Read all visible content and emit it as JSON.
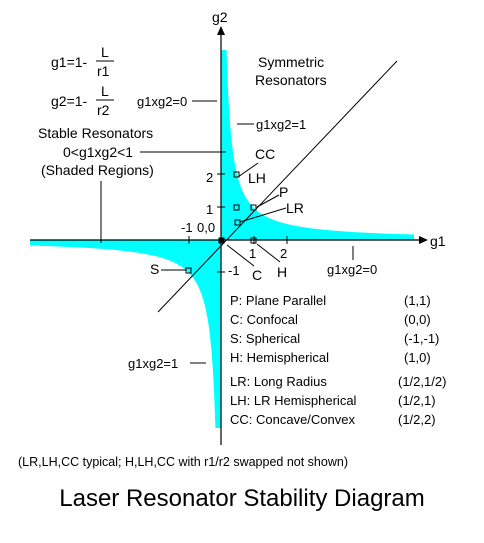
{
  "colors": {
    "stable_fill": "#00ffff",
    "line": "#000000",
    "background": "#ffffff"
  },
  "formulas": {
    "g1_prefix": "g1=1-",
    "g2_prefix": "g2=1-",
    "numerator": "L",
    "den1": "r1",
    "den2": "r2"
  },
  "axes": {
    "x_label": "g1",
    "y_label": "g2",
    "ticks": {
      "x_neg1": "-1",
      "x_1": "1",
      "x_2": "2",
      "y_1": "1",
      "y_2": "2",
      "y_neg1": "-1",
      "origin": "0,0"
    }
  },
  "labels": {
    "symmetric_line1": "Symmetric",
    "symmetric_line2": "Resonators",
    "g1xg2_0_top": "g1xg2=0",
    "g1xg2_1_top": "g1xg2=1",
    "stable_line1": "Stable Resonators",
    "stable_line2": "0<g1xg2<1",
    "stable_line3": "(Shaded Regions)",
    "g1xg2_0_right": "g1xg2=0",
    "g1xg2_1_bottom": "g1xg2=1"
  },
  "points": {
    "CC": "CC",
    "LH": "LH",
    "P": "P",
    "LR": "LR",
    "C": "C",
    "H": "H",
    "S": "S"
  },
  "legend": [
    {
      "name": "P: Plane Parallel",
      "coords": "(1,1)"
    },
    {
      "name": "C: Confocal",
      "coords": "(0,0)"
    },
    {
      "name": "S: Spherical",
      "coords": "(-1,-1)"
    },
    {
      "name": "H: Hemispherical",
      "coords": "(1,0)"
    },
    {
      "name": "LR: Long Radius",
      "coords": "(1/2,1/2)"
    },
    {
      "name": "LH: LR Hemispherical",
      "coords": "(1/2,1)"
    },
    {
      "name": "CC: Concave/Convex",
      "coords": "(1/2,2)"
    }
  ],
  "note": "(LR,LH,CC typical; H,LH,CC with r1/r2 swapped not shown)",
  "title": "Laser Resonator Stability Diagram"
}
